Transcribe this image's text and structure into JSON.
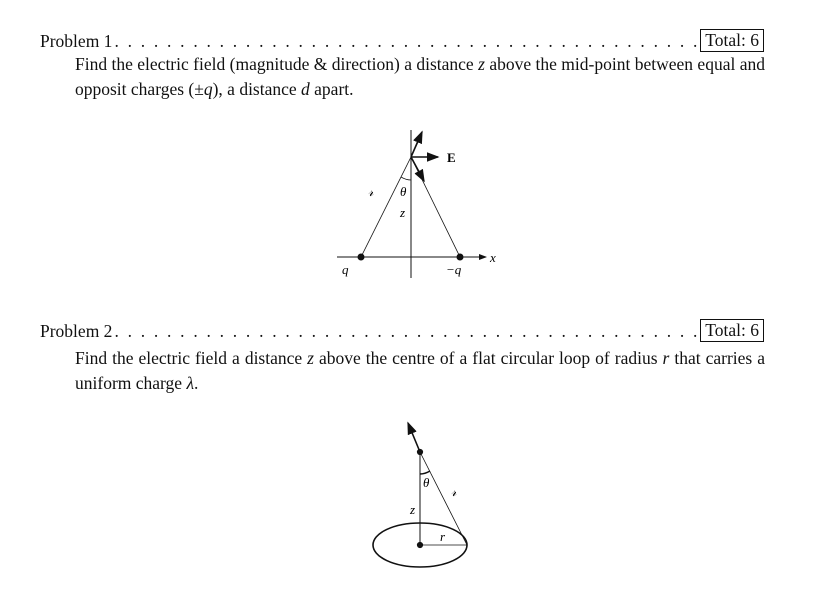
{
  "problems": [
    {
      "title": "Problem 1",
      "total": "Total: 6",
      "text_a": "Find the electric field (magnitude & direction) a distance ",
      "var1": "z",
      "text_b": " above the mid-point between equal and opposit charges (±",
      "var2": "q",
      "text_c": "), a distance ",
      "var3": "d",
      "text_d": " apart.",
      "figure": {
        "field_label": "E",
        "script_r": "𝓇",
        "theta": "θ",
        "z": "z",
        "q_pos": "q",
        "q_neg": "−q",
        "x_axis": "x"
      }
    },
    {
      "title": "Problem 2",
      "total": "Total: 6",
      "text_a": "Find the electric field a distance ",
      "var1": "z",
      "text_b": " above the centre of a flat circular loop of radius ",
      "var2": "r",
      "text_c": " that carries a uniform charge ",
      "var3": "λ",
      "text_d": ".",
      "figure": {
        "script_r": "𝓇",
        "theta": "θ",
        "z": "z",
        "r": "r"
      }
    }
  ]
}
